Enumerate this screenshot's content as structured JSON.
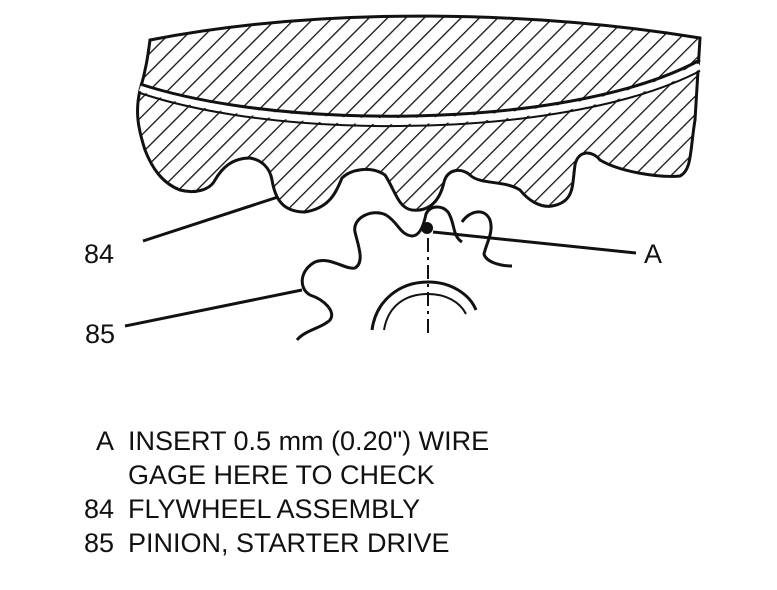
{
  "callouts": {
    "label_84": "84",
    "label_85": "85",
    "label_a": "A"
  },
  "legend": [
    {
      "key": "A",
      "lines": [
        "INSERT 0.5 mm (0.20\") WIRE",
        "GAGE HERE TO CHECK"
      ]
    },
    {
      "key": "84",
      "lines": [
        "FLYWHEEL ASSEMBLY"
      ]
    },
    {
      "key": "85",
      "lines": [
        "PINION, STARTER DRIVE"
      ]
    }
  ]
}
